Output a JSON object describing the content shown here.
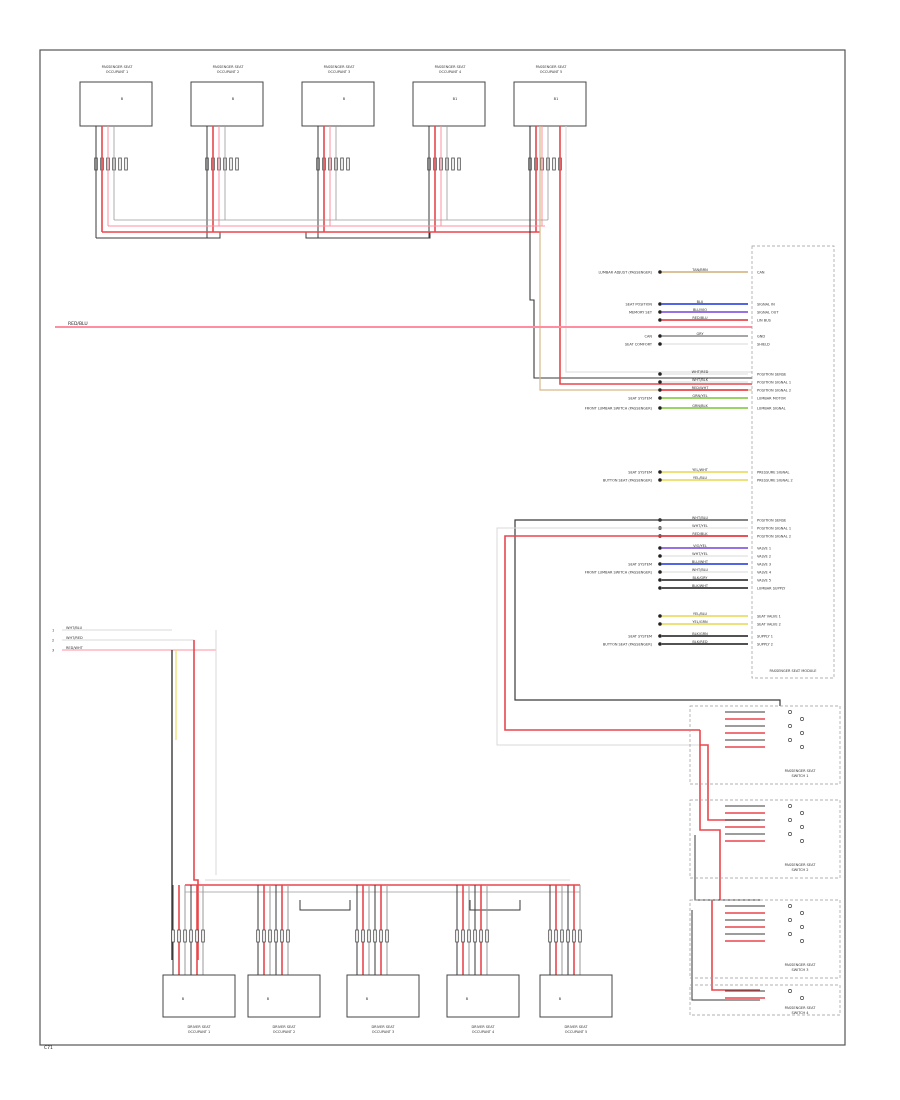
{
  "page": {
    "signal_label": "RED/BLU",
    "footer_code": "C71"
  },
  "colors": {
    "red": "#e8474d",
    "pink": "#ff8fa0",
    "black": "#3a3a3a",
    "gray": "#9a9a9a",
    "tan": "#d7b98a",
    "yellow": "#ecdc6a",
    "blue": "#3a4fe0",
    "violet": "#8a5de0",
    "green": "#8ccd50",
    "white": "#d8d8d8"
  },
  "top_sensors": [
    {
      "name": "PASSENGER SEAT OCCUPANT 1",
      "code": "B"
    },
    {
      "name": "PASSENGER SEAT OCCUPANT 2",
      "code": "B"
    },
    {
      "name": "PASSENGER SEAT OCCUPANT 3",
      "code": "B"
    },
    {
      "name": "PASSENGER SEAT OCCUPANT 4",
      "code": "B1"
    },
    {
      "name": "PASSENGER SEAT OCCUPANT 5",
      "code": "B1"
    }
  ],
  "module": {
    "name": "PASSENGER SEAT MODULE",
    "pins": [
      {
        "label": "CAN",
        "wire": "TAN/BRN",
        "color": "tan",
        "left": "LUMBAR ADJUST (PASSENGER)"
      },
      {
        "label": "SIGNAL IN",
        "wire": "BLU",
        "color": "blue",
        "left": "SEAT POSITION"
      },
      {
        "label": "SIGNAL OUT",
        "wire": "BLU/VIO",
        "color": "violet",
        "left": "MEMORY SET"
      },
      {
        "label": "LIN BUS",
        "wire": "RED/BLU",
        "color": "red",
        "left": ""
      },
      {
        "label": "GND",
        "wire": "GRY",
        "color": "gray",
        "left": "CAN"
      },
      {
        "label": "SHIELD",
        "wire": "",
        "color": "white",
        "left": "SEAT COMFORT"
      },
      {
        "label": "POSITION SENSE",
        "wire": "WHT/RED",
        "color": "white",
        "left": ""
      },
      {
        "label": "POSITION SIGNAL 1",
        "wire": "WHT/BLK",
        "color": "white",
        "left": ""
      },
      {
        "label": "POSITION SIGNAL 2",
        "wire": "RED/WHT",
        "color": "red",
        "left": ""
      },
      {
        "label": "LUMBAR MOTOR",
        "wire": "GRN/YEL",
        "color": "green",
        "left": "SEAT SYSTEM"
      },
      {
        "label": "LUMBAR SIGNAL",
        "wire": "GRN/BLK",
        "color": "green",
        "left": "FRONT LUMBAR SWITCH (PASSENGER)"
      },
      {
        "label": "PRESSURE SIGNAL",
        "wire": "YEL/WHT",
        "color": "yellow",
        "left": "SEAT SYSTEM"
      },
      {
        "label": "PRESSURE SIGNAL 2",
        "wire": "YEL/BLU",
        "color": "yellow",
        "left": "BUTTON SEAT (PASSENGER)"
      },
      {
        "label": "POSITION SENSE",
        "wire": "WHT/BLU",
        "color": "white",
        "left": ""
      },
      {
        "label": "POSITION SIGNAL 1",
        "wire": "WHT/YEL",
        "color": "white",
        "left": ""
      },
      {
        "label": "POSITION SIGNAL 2",
        "wire": "RED/BLK",
        "color": "red",
        "left": ""
      },
      {
        "label": "VALVE 1",
        "wire": "VIO/YEL",
        "color": "violet",
        "left": ""
      },
      {
        "label": "VALVE 2",
        "wire": "WHT/YEL",
        "color": "white",
        "left": ""
      },
      {
        "label": "VALVE 3",
        "wire": "BLU/WHT",
        "color": "blue",
        "left": "SEAT SYSTEM"
      },
      {
        "label": "VALVE 4",
        "wire": "WHT/BLU",
        "color": "white",
        "left": "FRONT LUMBAR SWITCH (PASSENGER)"
      },
      {
        "label": "VALVE 5",
        "wire": "BLK/GRY",
        "color": "black",
        "left": ""
      },
      {
        "label": "LUMBAR SUPPLY",
        "wire": "BLK/WHT",
        "color": "black",
        "left": ""
      },
      {
        "label": "SEAT VALVE 1",
        "wire": "YEL/BLU",
        "color": "yellow",
        "left": ""
      },
      {
        "label": "SEAT VALVE 2",
        "wire": "YEL/GRN",
        "color": "yellow",
        "left": ""
      },
      {
        "label": "SUPPLY 1",
        "wire": "BLK/GRN",
        "color": "black",
        "left": "SEAT SYSTEM"
      },
      {
        "label": "SUPPLY 2",
        "wire": "BLK/RED",
        "color": "black",
        "left": "BUTTON SEAT (PASSENGER)"
      }
    ]
  },
  "right_switches": [
    {
      "name": "PASSENGER SEAT SWITCH 1"
    },
    {
      "name": "PASSENGER SEAT SWITCH 2"
    },
    {
      "name": "PASSENGER SEAT SWITCH 3"
    },
    {
      "name": "PASSENGER SEAT SWITCH 4"
    }
  ],
  "left_bus": [
    {
      "pin": "1",
      "wire": "WHT/BLU"
    },
    {
      "pin": "2",
      "wire": "WHT/RED"
    },
    {
      "pin": "3",
      "wire": "RED/WHT"
    }
  ],
  "bottom_sensors": [
    {
      "name": "DRIVER SEAT OCCUPANT 1",
      "code": "B"
    },
    {
      "name": "DRIVER SEAT OCCUPANT 2",
      "code": "B"
    },
    {
      "name": "DRIVER SEAT OCCUPANT 3",
      "code": "B"
    },
    {
      "name": "DRIVER SEAT OCCUPANT 4",
      "code": "B"
    },
    {
      "name": "DRIVER SEAT OCCUPANT 5",
      "code": "B"
    }
  ]
}
